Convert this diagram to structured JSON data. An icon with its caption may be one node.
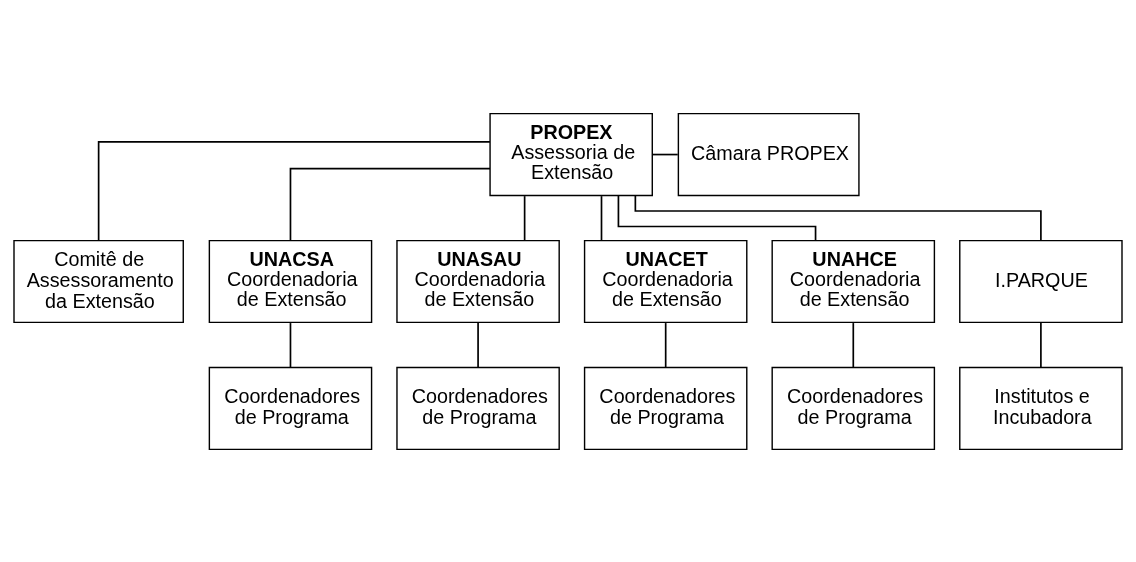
{
  "diagram": {
    "nodes": [
      {
        "text": [
          "PROPEX",
          "Assessoria de Extensão"
        ]
      },
      {
        "text": [
          "Câmara PROPEX"
        ]
      },
      {
        "text": [
          "Comitê de Assessoramento da Extensão"
        ]
      },
      {
        "text": [
          "UNACSA",
          "Coordenadoria de Extensão"
        ]
      },
      {
        "text": [
          "UNASAU",
          "Coordenadoria de Extensão"
        ]
      },
      {
        "text": [
          "UNACET",
          "Coordenadoria de Extensão"
        ]
      },
      {
        "text": [
          "UNAHCE",
          "Coordenadoria de Extensão"
        ]
      },
      {
        "text": [
          "I.PARQUE"
        ]
      },
      {
        "text": [
          "Coordenadores de Programa"
        ]
      },
      {
        "text": [
          "Coordenadores de Programa"
        ]
      },
      {
        "text": [
          "Coordenadores de Programa"
        ]
      },
      {
        "text": [
          "Coordenadores de Programa"
        ]
      },
      {
        "text": [
          "Institutos e Incubadora"
        ]
      }
    ],
    "edges": [
      {
        "from": 0,
        "to": 1,
        "arrow": "none"
      },
      {
        "from": 0,
        "to": 2,
        "arrow": "none"
      },
      {
        "from": 0,
        "to": 3,
        "arrow": "none"
      },
      {
        "from": 0,
        "to": 4,
        "arrow": "none"
      },
      {
        "from": 0,
        "to": 5,
        "arrow": "none"
      },
      {
        "from": 0,
        "to": 6,
        "arrow": "none"
      },
      {
        "from": 0,
        "to": 7,
        "arrow": "none"
      },
      {
        "from": 3,
        "to": 8,
        "arrow": "none"
      },
      {
        "from": 4,
        "to": 9,
        "arrow": "none"
      },
      {
        "from": 5,
        "to": 10,
        "arrow": "none"
      },
      {
        "from": 6,
        "to": 11,
        "arrow": "none"
      },
      {
        "from": 7,
        "to": 12,
        "arrow": "none"
      }
    ]
  }
}
